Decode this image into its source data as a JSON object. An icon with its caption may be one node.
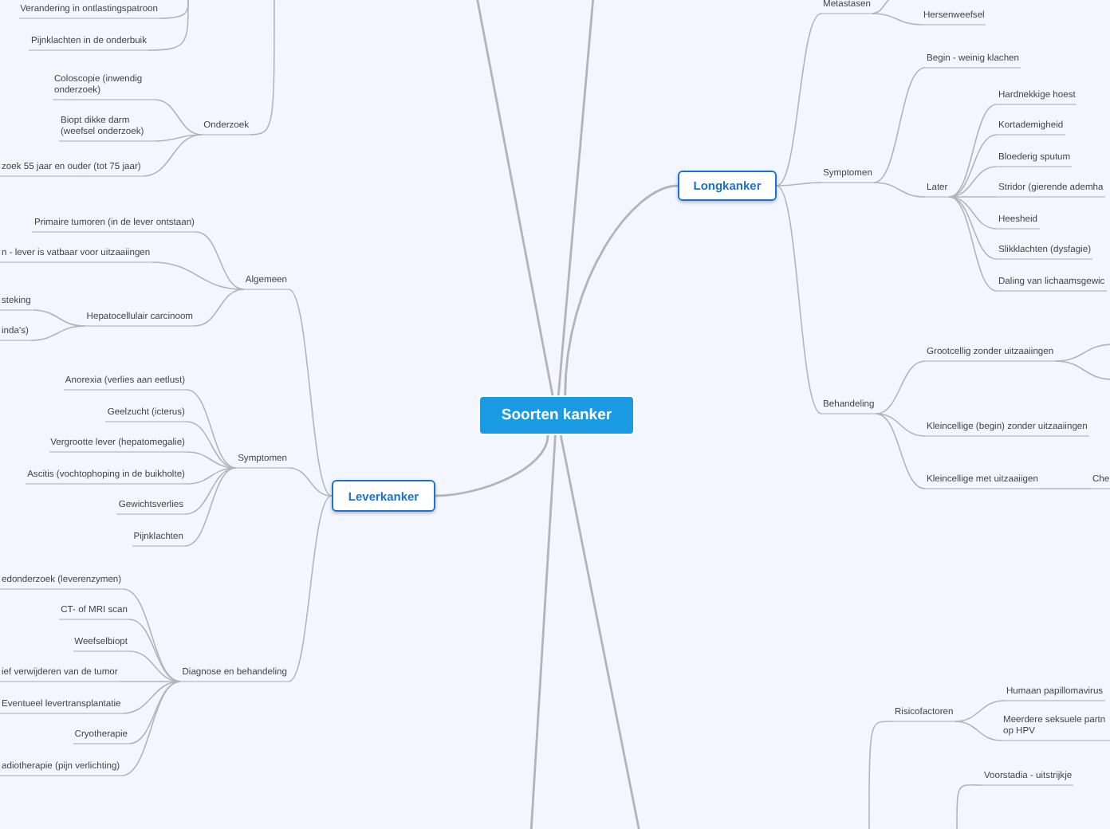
{
  "diagram": {
    "nodes": [
      {
        "text": [
          "Soorten kanker"
        ]
      },
      {
        "text": [
          "Verandering in ontlastingspatroon"
        ]
      },
      {
        "text": [
          "Pijnklachten in de onderbuik"
        ]
      },
      {
        "text": [
          "Onderzoek"
        ]
      },
      {
        "text": [
          "Coloscopie (inwendig onderzoek)"
        ]
      },
      {
        "text": [
          "Biopt dikke darm (weefsel onderzoek)"
        ]
      },
      {
        "text": [
          "zoek 55 jaar en ouder (tot 75 jaar)"
        ]
      },
      {
        "text": [
          "Leverkanker"
        ]
      },
      {
        "text": [
          "Algemeen"
        ]
      },
      {
        "text": [
          "Primaire tumoren (in de lever ontstaan)"
        ]
      },
      {
        "text": [
          "n - lever is vatbaar voor uitzaaiingen"
        ]
      },
      {
        "text": [
          "Hepatocellulair carcinoom"
        ]
      },
      {
        "text": [
          "steking"
        ]
      },
      {
        "text": [
          "inda's)"
        ]
      },
      {
        "text": [
          "Symptomen"
        ]
      },
      {
        "text": [
          "Anorexia (verlies aan eetlust)"
        ]
      },
      {
        "text": [
          "Geelzucht (icterus)"
        ]
      },
      {
        "text": [
          "Vergrootte lever (hepatomegalie)"
        ]
      },
      {
        "text": [
          "Ascitis (vochtophoping in de buikholte)"
        ]
      },
      {
        "text": [
          "Gewichtsverlies"
        ]
      },
      {
        "text": [
          "Pijnklachten"
        ]
      },
      {
        "text": [
          "Diagnose en behandeling"
        ]
      },
      {
        "text": [
          "edonderzoek (leverenzymen)"
        ]
      },
      {
        "text": [
          "CT- of MRI scan"
        ]
      },
      {
        "text": [
          "Weefselbiopt"
        ]
      },
      {
        "text": [
          "ief verwijderen van de tumor"
        ]
      },
      {
        "text": [
          "Eventueel levertransplantatie"
        ]
      },
      {
        "text": [
          "Cryotherapie"
        ]
      },
      {
        "text": [
          "adiotherapie (pijn verlichting)"
        ]
      },
      {
        "text": [
          "Longkanker"
        ]
      },
      {
        "text": [
          "Metastasen"
        ]
      },
      {
        "text": [
          "Hersenweefsel"
        ]
      },
      {
        "text": [
          "Symptomen"
        ]
      },
      {
        "text": [
          "Begin - weinig klachen"
        ]
      },
      {
        "text": [
          "Later"
        ]
      },
      {
        "text": [
          "Hardnekkige hoest"
        ]
      },
      {
        "text": [
          "Kortademigheid"
        ]
      },
      {
        "text": [
          "Bloederig sputum"
        ]
      },
      {
        "text": [
          "Stridor (gierende ademha"
        ]
      },
      {
        "text": [
          "Heesheid"
        ]
      },
      {
        "text": [
          "Slikklachten (dysfagie)"
        ]
      },
      {
        "text": [
          "Daling van lichaamsgewic"
        ]
      },
      {
        "text": [
          "Behandeling"
        ]
      },
      {
        "text": [
          "Grootcellig zonder uitzaaiingen"
        ]
      },
      {
        "text": [
          "Kleincellige (begin) zonder uitzaaiingen"
        ]
      },
      {
        "text": [
          "Kleincellige met uitzaaiigen"
        ]
      },
      {
        "text": [
          "Che"
        ]
      },
      {
        "text": [
          "Risicofactoren"
        ]
      },
      {
        "text": [
          "Humaan papillomavirus"
        ]
      },
      {
        "text": [
          "Meerdere seksuele partn op HPV"
        ]
      },
      {
        "text": [
          "Voorstadia - uitstrijkje"
        ]
      }
    ],
    "edges": [
      {
        "from": null,
        "to": 1,
        "arrow": "none"
      },
      {
        "from": null,
        "to": 2,
        "arrow": "none"
      },
      {
        "from": null,
        "to": 3,
        "arrow": "none"
      },
      {
        "from": 3,
        "to": 4,
        "arrow": "none"
      },
      {
        "from": 3,
        "to": 5,
        "arrow": "none"
      },
      {
        "from": 3,
        "to": 6,
        "arrow": "none"
      },
      {
        "from": 0,
        "to": 7,
        "arrow": "none"
      },
      {
        "from": 7,
        "to": 8,
        "arrow": "none"
      },
      {
        "from": 8,
        "to": 9,
        "arrow": "none"
      },
      {
        "from": 8,
        "to": 10,
        "arrow": "none"
      },
      {
        "from": 8,
        "to": 11,
        "arrow": "none"
      },
      {
        "from": 11,
        "to": 12,
        "arrow": "none"
      },
      {
        "from": 11,
        "to": 13,
        "arrow": "none"
      },
      {
        "from": 7,
        "to": 14,
        "arrow": "none"
      },
      {
        "from": 14,
        "to": 15,
        "arrow": "none"
      },
      {
        "from": 14,
        "to": 16,
        "arrow": "none"
      },
      {
        "from": 14,
        "to": 17,
        "arrow": "none"
      },
      {
        "from": 14,
        "to": 18,
        "arrow": "none"
      },
      {
        "from": 14,
        "to": 19,
        "arrow": "none"
      },
      {
        "from": 14,
        "to": 20,
        "arrow": "none"
      },
      {
        "from": 7,
        "to": 21,
        "arrow": "none"
      },
      {
        "from": 21,
        "to": 22,
        "arrow": "none"
      },
      {
        "from": 21,
        "to": 23,
        "arrow": "none"
      },
      {
        "from": 21,
        "to": 24,
        "arrow": "none"
      },
      {
        "from": 21,
        "to": 25,
        "arrow": "none"
      },
      {
        "from": 21,
        "to": 26,
        "arrow": "none"
      },
      {
        "from": 21,
        "to": 27,
        "arrow": "none"
      },
      {
        "from": 21,
        "to": 28,
        "arrow": "none"
      },
      {
        "from": 0,
        "to": 29,
        "arrow": "none"
      },
      {
        "from": 29,
        "to": 30,
        "arrow": "none"
      },
      {
        "from": 30,
        "to": 31,
        "arrow": "none"
      },
      {
        "from": 30,
        "to": null,
        "arrow": "none"
      },
      {
        "from": 29,
        "to": 32,
        "arrow": "none"
      },
      {
        "from": 32,
        "to": 33,
        "arrow": "none"
      },
      {
        "from": 32,
        "to": 34,
        "arrow": "none"
      },
      {
        "from": 34,
        "to": 35,
        "arrow": "none"
      },
      {
        "from": 34,
        "to": 36,
        "arrow": "none"
      },
      {
        "from": 34,
        "to": 37,
        "arrow": "none"
      },
      {
        "from": 34,
        "to": 38,
        "arrow": "none"
      },
      {
        "from": 34,
        "to": 39,
        "arrow": "none"
      },
      {
        "from": 34,
        "to": 40,
        "arrow": "none"
      },
      {
        "from": 34,
        "to": 41,
        "arrow": "none"
      },
      {
        "from": 29,
        "to": 42,
        "arrow": "none"
      },
      {
        "from": 42,
        "to": 43,
        "arrow": "none"
      },
      {
        "from": 42,
        "to": 44,
        "arrow": "none"
      },
      {
        "from": 42,
        "to": 45,
        "arrow": "none"
      },
      {
        "from": 43,
        "to": null,
        "arrow": "none"
      },
      {
        "from": 43,
        "to": null,
        "arrow": "none"
      },
      {
        "from": 45,
        "to": 46,
        "arrow": "none"
      },
      {
        "from": null,
        "to": 47,
        "arrow": "none"
      },
      {
        "from": 47,
        "to": 48,
        "arrow": "none"
      },
      {
        "from": 47,
        "to": 49,
        "arrow": "none"
      },
      {
        "from": null,
        "to": 50,
        "arrow": "none"
      },
      {
        "from": 0,
        "to": null,
        "arrow": "none"
      },
      {
        "from": 0,
        "to": null,
        "arrow": "none"
      },
      {
        "from": 0,
        "to": null,
        "arrow": "none"
      },
      {
        "from": 0,
        "to": null,
        "arrow": "none"
      }
    ]
  }
}
